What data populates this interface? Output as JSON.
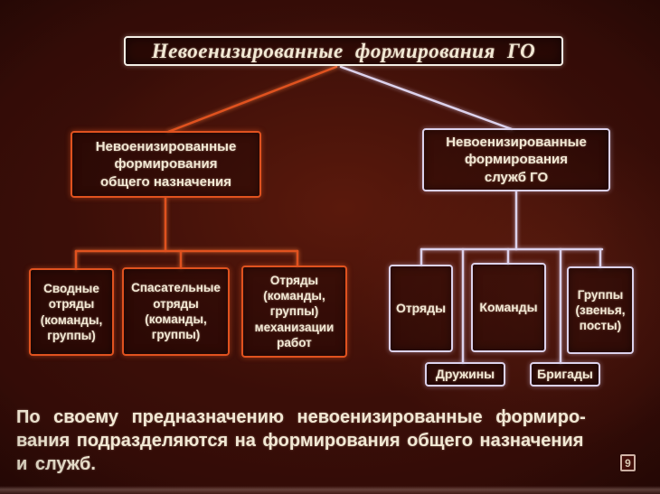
{
  "slide": {
    "caption_lines": [
      "По своему предназначению невоенизированные формиро-",
      "вания подразделяются на формирования общего назначения",
      "и служб."
    ],
    "page_number": "9"
  },
  "colors": {
    "background": "#2e0a06",
    "title_border": "#f4efe6",
    "general_branch": "#e0521f",
    "services_branch": "#dcd2ec",
    "text": "#f2e8d4"
  },
  "tree": {
    "root": {
      "label": "Невоенизированные формирования ГО"
    },
    "general_purpose": {
      "label": "Невоенизированные\nформирования\nобщего назначения",
      "children": [
        {
          "label": "Сводные\nотряды\n(команды,\nгруппы)"
        },
        {
          "label": "Спасательные\nотряды\n(команды,\nгруппы)"
        },
        {
          "label": "Отряды\n(команды,\nгруппы)\nмеханизации\nработ"
        }
      ]
    },
    "services": {
      "label": "Невоенизированные\nформирования\nслужб ГО",
      "children": [
        {
          "label": "Отряды"
        },
        {
          "label": "Команды"
        },
        {
          "label": "Группы\n(звенья,\nпосты)"
        }
      ],
      "secondary": [
        {
          "label": "Дружины"
        },
        {
          "label": "Бригады"
        }
      ]
    }
  }
}
